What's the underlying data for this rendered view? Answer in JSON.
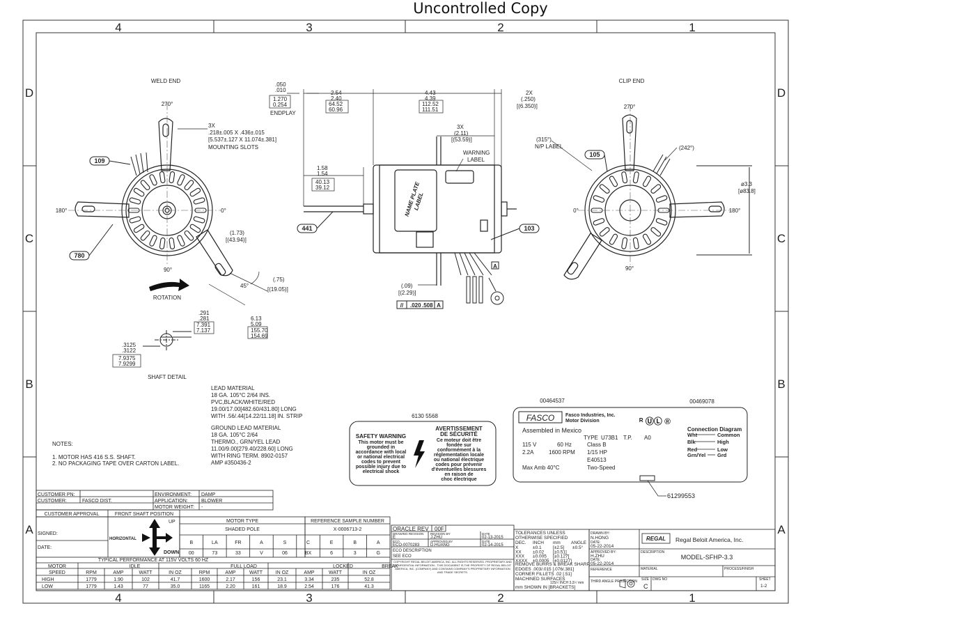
{
  "page_title": "Uncontrolled Copy",
  "zones": {
    "columns": [
      "4",
      "3",
      "2",
      "1"
    ],
    "rows": [
      "D",
      "C",
      "B",
      "A"
    ]
  },
  "views": {
    "weld_end": {
      "title": "WELD END",
      "angles": {
        "top": "270°",
        "left": "180°",
        "right": "0°",
        "bottom": "90°"
      },
      "callouts": [
        "109",
        "780"
      ],
      "slots": [
        "3X",
        ".218±.005 X .436±.015",
        "[5.537±.127 X 11.074±.381]",
        "MOUNTING SLOTS"
      ],
      "dims": {
        "radius_in": "(1.73)",
        "radius_mm": "[(43.94)]",
        "angle": "45°",
        "tab_in": "(.75)",
        "tab_mm": "[(19.05)]"
      },
      "rotation_label": "ROTATION"
    },
    "side": {
      "endplay": [
        ".050",
        ".010",
        "1.270",
        "0.254",
        "ENDPLAY"
      ],
      "shaft_len": [
        "2.54",
        "2.40",
        "64.52",
        "60.96"
      ],
      "body_len": [
        "4.43",
        "4.39",
        "112.52",
        "111.51"
      ],
      "studs": [
        "2X",
        "(.250)",
        "[(6.350)]"
      ],
      "slot_pos": [
        "3X",
        "(2.11)",
        "[(53.59)]"
      ],
      "flat_len": [
        "1.58",
        "1.54",
        "40.13",
        "39.12"
      ],
      "warning_label": [
        "WARNING",
        "LABEL"
      ],
      "nameplate": [
        "NAME PLATE",
        "LABEL"
      ],
      "callouts": [
        "441",
        "103"
      ],
      "datum": "A",
      "offset": [
        "(.09)",
        "[(2.29)]"
      ],
      "tolerance_frame": [
        "//",
        ".020",
        ".508",
        "A"
      ]
    },
    "clip_end": {
      "title": "CLIP END",
      "angles": {
        "top": "270°",
        "left": "0°",
        "right": "180°",
        "bottom": "90°"
      },
      "label_angle": "(315°)",
      "np_label": "N/P LABEL",
      "clip_angle": "(242°)",
      "callouts": [
        "105"
      ],
      "diameter": [
        "ø3.3",
        "[ø83.8]"
      ]
    },
    "shaft_detail": {
      "title": "SHAFT DETAIL",
      "flat": [
        ".291",
        ".281",
        "7.391",
        "7.137"
      ],
      "dia_in": [
        ".3125",
        ".3122"
      ],
      "dia_mm": [
        "7.9375",
        "7.9299"
      ],
      "hub": [
        "6.13",
        "5.09",
        "155.70",
        "154.69"
      ]
    }
  },
  "lead_material": [
    "LEAD MATERIAL",
    "18 GA. 105°C 2/64 INS.",
    "PVC,BLACK/WHITE/RED",
    "19.00/17.00[482.60/431.80] LONG",
    "WITH .56/.44[14.22/11.18] IN. STRIP",
    "",
    "GROUND LEAD MATERIAL",
    "18 GA. 105°C 2/64",
    "THERMO., GRN/YEL LEAD",
    "11.00/9.00[279.40/228.60] LONG",
    "WITH RING TERM. 8902-0157",
    "AMP #350436-2"
  ],
  "notes": {
    "title": "NOTES:",
    "items": [
      "1. MOTOR HAS 416 S.S. SHAFT.",
      "2. NO PACKAGING TAPE OVER CARTON LABEL."
    ]
  },
  "safety": {
    "part_number": "6130 5568",
    "en_title": "SAFETY WARNING",
    "en_lines": [
      "This motor must be",
      "grounded in",
      "accordance with local",
      "or national electrical",
      "codes to prevent",
      "possible injury due to",
      "electrical shock"
    ],
    "fr_title": "AVERTISSEMENT",
    "fr_title2": "DE SÉCURITÉ",
    "fr_lines": [
      "Ce moteur doit être",
      "fondée sur",
      "conformément à la",
      "réglementation locale",
      "ou national électrique",
      "codes pour prévenir",
      "d'éventuelles blessures",
      "en raison de",
      "choc électrique"
    ]
  },
  "nameplate_label": {
    "part_left": "00464537",
    "part_right": "00469078",
    "brand": "FASCO",
    "company": "Fasco Industries, Inc.",
    "division": "Motor Division",
    "assembled": "Assembled in Mexico",
    "type_label": "TYPE",
    "type_value": "U73B1",
    "tp_label": "T.P.",
    "tp_value": "A0",
    "volts": "115 V",
    "hz": "60 Hz",
    "class": "Class B",
    "amps": "2.2A",
    "rpm": "1600 RPM",
    "hp": "1/15 HP",
    "file": "E40513",
    "amb": "Max Amb 40°C",
    "speed": "Two-Speed",
    "ul_mark": "ᴿ ⓊⓁ ®",
    "conn_title": "Connection Diagram",
    "conn": [
      {
        "wire": "Wht",
        "to": "Common"
      },
      {
        "wire": "Blk",
        "to": "High"
      },
      {
        "wire": "Red",
        "to": "Low"
      },
      {
        "wire": "Grn/Yel",
        "to": "Grd"
      }
    ],
    "barcode_ref": "61299553"
  },
  "customer_block": {
    "customer_pn_label": "CUSTOMER PN:",
    "customer_pn": "",
    "customer_label": "CUSTOMER:",
    "customer": "FASCO DIST.",
    "environment_label": "ENVIRONMENT:",
    "environment": "DAMP",
    "application_label": "APPLICATION:",
    "application": "BLOWER",
    "weight_label": "MOTOR WEIGHT:",
    "weight": "-",
    "approval": "CUSTOMER APPROVAL",
    "front_shaft": "FRONT SHAFT POSITION",
    "signed": "SIGNED:",
    "date": "DATE:",
    "horizontal": "HORIZONTAL",
    "up": "UP",
    "down": "DOWN",
    "motor_type_label": "MOTOR TYPE",
    "motor_type": "SHADED POLE",
    "ref_sample_label": "REFERENCE SAMPLE NUMBER",
    "ref_sample": "X-0006713-2",
    "code_heads": [
      "B",
      "LA",
      "FR",
      "A",
      "S",
      "C",
      "E",
      "B",
      "A"
    ],
    "code_vals": [
      "00",
      "73",
      "33",
      "V",
      "06",
      "BX",
      "6",
      "3",
      "G"
    ]
  },
  "performance": {
    "title": "TYPICAL PERFORMANCE AT  115V VOLTS  60 HZ",
    "groups": [
      "IDLE",
      "FULL LOAD",
      "LOCKED",
      "BREAK"
    ],
    "motor_label": "MOTOR",
    "speed_label": "SPEED",
    "sub_heads": [
      "RPM",
      "AMP",
      "WATT",
      "IN OZ",
      "RPM",
      "AMP",
      "WATT",
      "IN OZ",
      "AMP",
      "WATT",
      "IN OZ"
    ],
    "rows": [
      [
        "HIGH",
        "1779",
        "1.90",
        "102",
        "41.7",
        "1600",
        "2.17",
        "156",
        "23.1",
        "3.34",
        "235",
        "52.8"
      ],
      [
        "LOW",
        "1779",
        "1.43",
        "77",
        "35.0",
        "1165",
        "2.20",
        "161",
        "18.9",
        "2.54",
        "176",
        "41.3"
      ]
    ]
  },
  "revision": {
    "oracle_label": "ORACLE REV",
    "oracle_rev": "00F",
    "heads": [
      "DRAWING REVISION",
      "REVISION BY",
      "DATE"
    ],
    "r1": [
      "E",
      "J.ZHU",
      "02-13-2015"
    ],
    "eco_head": [
      "ECO",
      "APPROVED BY",
      "DATE"
    ],
    "r2": [
      "ECO-0070283",
      "D.HUANG",
      "02-14-2015"
    ],
    "eco_desc_label": "ECO DESCRIPTION",
    "eco_desc": "SEE ECO",
    "copyright": "COPYRIGHT REGAL BELOIT AMERICA, INC. ALL RIGHTS RESERVED. PROPRIETARY AND CONFIDENTIAL INFORMATION - THIS DOCUMENT IS THE PROPERTY OF REGAL BELOIT AMERICA, INC. (COMPANY) AND CONTAINS COMPANY'S PROPRIETARY INFORMATION AND TRADE SECRETS."
  },
  "tolerances": {
    "title": "TOLERANCES UNLESS",
    "title2": "OTHERWISE SPECIFIED",
    "heads": [
      "DEC.",
      "INCH",
      "mm",
      "ANGLE"
    ],
    "rows": [
      [
        "X",
        "±0.1",
        "[±2.5]",
        "±0.5°"
      ],
      [
        "XX",
        "±0.02",
        "[±0.51]",
        ""
      ],
      [
        "XXX",
        "±0.005",
        "[±0.127]",
        ""
      ],
      [
        "XXXX",
        "±0.0005",
        "[±0.0127]",
        ""
      ]
    ],
    "burrs": "REMOVE BURRS & BREAK SHARP",
    "edges": "EDGES .003/.015 [.076/.381]",
    "fillets": "CORNER FILLETS .02 [.51]",
    "machined": "MACHINED SURFACES",
    "surface": "125/√ INCH 3.2/√ mm",
    "shown": "mm SHOWN IN [BRACKETS]"
  },
  "title_block": {
    "drawn_by_label": "DRAWN BY:",
    "drawn_by": "N.HONG",
    "date1_label": "DATE:",
    "date1": "05-22-2014",
    "approved_label": "APPROVED BY:",
    "approved": "H.ZHU",
    "date2_label": "DATE:",
    "date2": "05-22-2014",
    "reference_label": "REFERENCE",
    "projection": "THIRD ANGLE PROJECTION",
    "logo": "REGAL",
    "company": "Regal Beloit America, Inc.",
    "desc_label": "DESCRIPTION",
    "description": "MODEL-SFHP-3.3",
    "material_label": "MATERIAL",
    "process_label": "PROCESS/FINISH",
    "size_label": "SIZE",
    "size": "C",
    "dwg_label": "DWG NO",
    "sheet_label": "SHEET",
    "sheet": "1-2"
  },
  "colors": {
    "ink": "#222222",
    "border": "#333333",
    "paper": "#ffffff"
  }
}
